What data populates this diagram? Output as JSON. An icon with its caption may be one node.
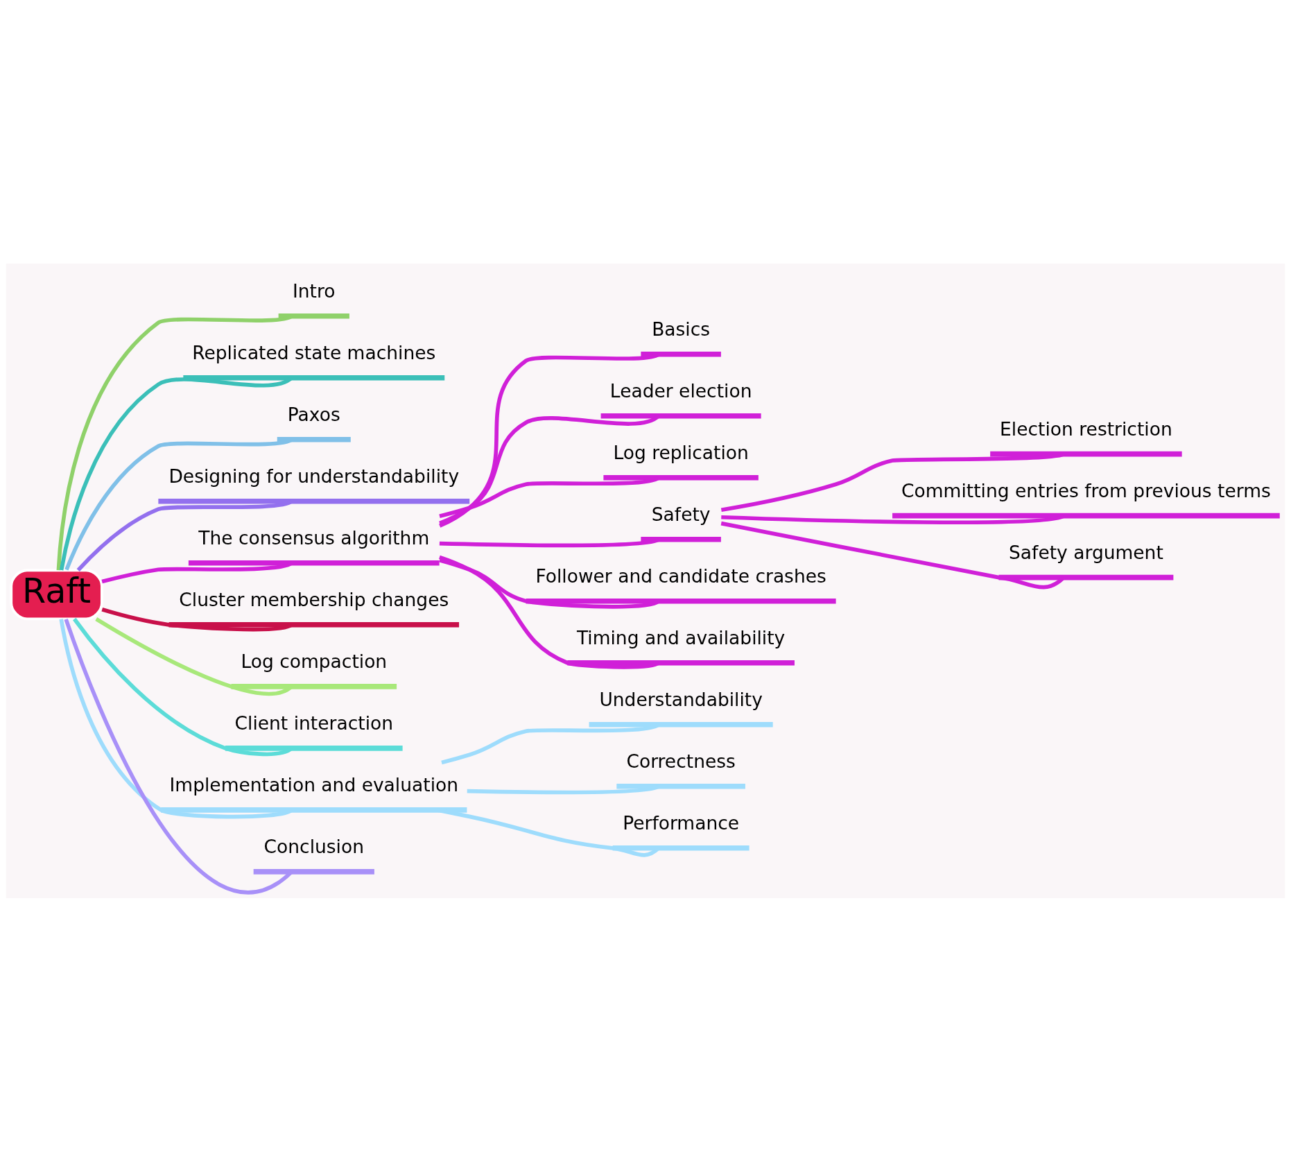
{
  "diagram": {
    "nodes": [
      {
        "text": [
          "Raft"
        ]
      },
      {
        "text": [
          "Intro"
        ]
      },
      {
        "text": [
          "Replicated state machines"
        ]
      },
      {
        "text": [
          "Paxos"
        ]
      },
      {
        "text": [
          "Designing for understandability"
        ]
      },
      {
        "text": [
          "The consensus algorithm"
        ]
      },
      {
        "text": [
          "Basics"
        ]
      },
      {
        "text": [
          "Leader election"
        ]
      },
      {
        "text": [
          "Log replication"
        ]
      },
      {
        "text": [
          "Safety"
        ]
      },
      {
        "text": [
          "Election restriction"
        ]
      },
      {
        "text": [
          "Committing entries from previous terms"
        ]
      },
      {
        "text": [
          "Safety argument"
        ]
      },
      {
        "text": [
          "Follower and candidate crashes"
        ]
      },
      {
        "text": [
          "Timing and availability"
        ]
      },
      {
        "text": [
          "Cluster membership changes"
        ]
      },
      {
        "text": [
          "Log compaction"
        ]
      },
      {
        "text": [
          "Client interaction"
        ]
      },
      {
        "text": [
          "Implementation and evaluation"
        ]
      },
      {
        "text": [
          "Understandability"
        ]
      },
      {
        "text": [
          "Correctness"
        ]
      },
      {
        "text": [
          "Performance"
        ]
      },
      {
        "text": [
          "Conclusion"
        ]
      }
    ],
    "edges": [
      {
        "from": 0,
        "to": 1,
        "arrow": "none",
        "color": "#8fd16a"
      },
      {
        "from": 0,
        "to": 2,
        "arrow": "none",
        "color": "#3bbfb8"
      },
      {
        "from": 0,
        "to": 3,
        "arrow": "none",
        "color": "#80c0e8"
      },
      {
        "from": 0,
        "to": 4,
        "arrow": "none",
        "color": "#9370ee"
      },
      {
        "from": 0,
        "to": 5,
        "arrow": "none",
        "color": "#d020d8"
      },
      {
        "from": 5,
        "to": 6,
        "arrow": "none",
        "color": "#d020d8"
      },
      {
        "from": 5,
        "to": 7,
        "arrow": "none",
        "color": "#d020d8"
      },
      {
        "from": 5,
        "to": 8,
        "arrow": "none",
        "color": "#d020d8"
      },
      {
        "from": 5,
        "to": 9,
        "arrow": "none",
        "color": "#d020d8"
      },
      {
        "from": 9,
        "to": 10,
        "arrow": "none",
        "color": "#d020d8"
      },
      {
        "from": 9,
        "to": 11,
        "arrow": "none",
        "color": "#d020d8"
      },
      {
        "from": 9,
        "to": 12,
        "arrow": "none",
        "color": "#d020d8"
      },
      {
        "from": 5,
        "to": 13,
        "arrow": "none",
        "color": "#d020d8"
      },
      {
        "from": 5,
        "to": 14,
        "arrow": "none",
        "color": "#d020d8"
      },
      {
        "from": 0,
        "to": 15,
        "arrow": "none",
        "color": "#c8104a"
      },
      {
        "from": 0,
        "to": 16,
        "arrow": "none",
        "color": "#a8e87a"
      },
      {
        "from": 0,
        "to": 17,
        "arrow": "none",
        "color": "#5cdcd8"
      },
      {
        "from": 0,
        "to": 18,
        "arrow": "none",
        "color": "#9edcfc"
      },
      {
        "from": 18,
        "to": 19,
        "arrow": "none",
        "color": "#9edcfc"
      },
      {
        "from": 18,
        "to": 20,
        "arrow": "none",
        "color": "#9edcfc"
      },
      {
        "from": 18,
        "to": 21,
        "arrow": "none",
        "color": "#9edcfc"
      },
      {
        "from": 0,
        "to": 22,
        "arrow": "none",
        "color": "#a890f8"
      }
    ]
  }
}
